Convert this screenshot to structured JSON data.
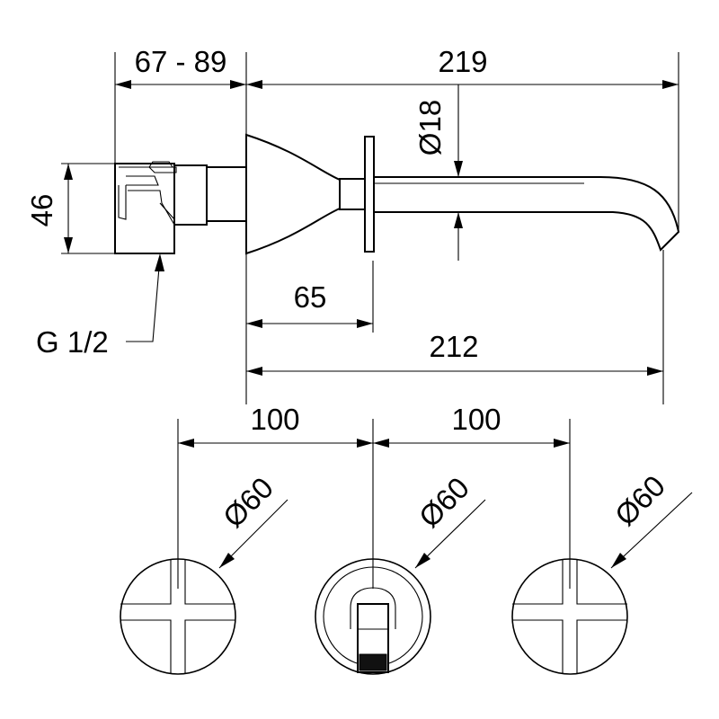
{
  "dimensions": {
    "wall_depth": "67 - 89",
    "total_length": "219",
    "spout_diameter": "Ø18",
    "height": "46",
    "thread": "G 1/2",
    "flange_length": "65",
    "spout_reach": "212",
    "spacing_left": "100",
    "spacing_right": "100",
    "left_handle_diameter": "Ø60",
    "center_diameter": "Ø60",
    "right_handle_diameter": "Ø60"
  }
}
